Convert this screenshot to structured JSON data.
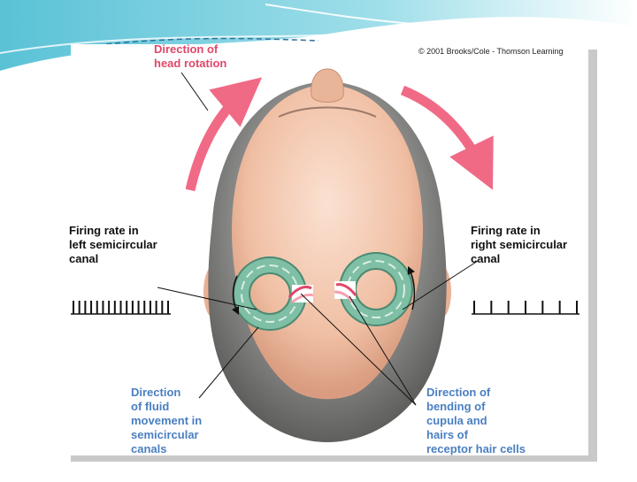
{
  "copyright": "© 2001 Brooks/Cole - Thomson Learning",
  "labels": {
    "head_rotation": "Direction of\nhead rotation",
    "left_canal": "Firing rate in\nleft semicircular\ncanal",
    "right_canal": "Firing rate in\nright semicircular\ncanal",
    "fluid_movement": "Direction\nof fluid\nmovement in\nsemicircular\ncanals",
    "cupula_bending": "Direction of\nbending of\ncupula and\nhairs of\nreceptor hair cells"
  },
  "firing": {
    "left_spike_count": 17,
    "right_spike_count": 7
  },
  "colors": {
    "arrow_red": "#f06a86",
    "label_red": "#e0476a",
    "label_blue": "#4a7fc1",
    "skin": "#f2c3a9",
    "hair": "#6e6e6c",
    "canal_green": "#6fae97",
    "slide_teal": "#5fc8d8"
  }
}
